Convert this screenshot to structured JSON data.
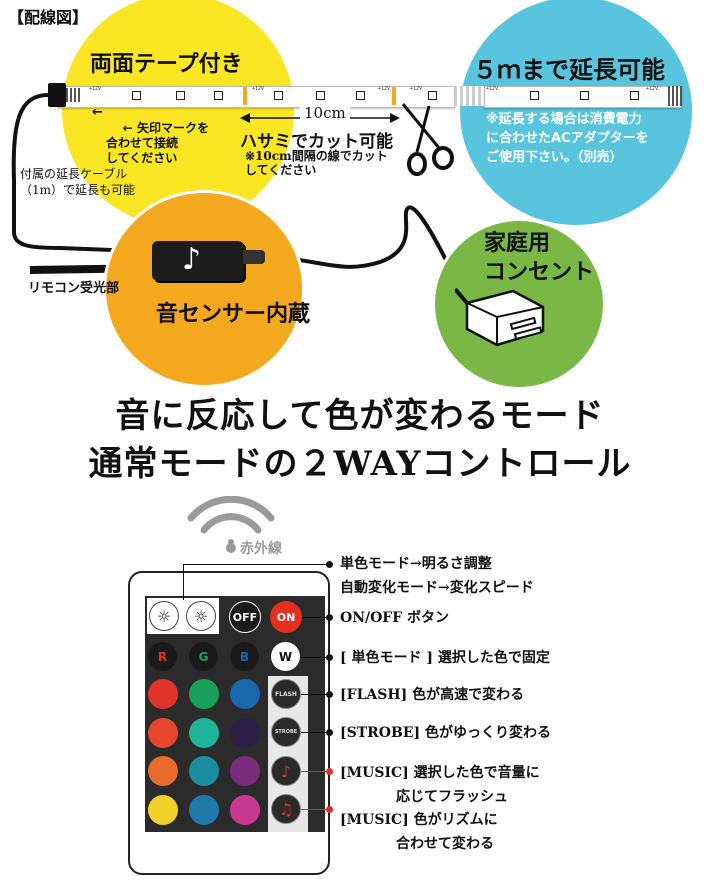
{
  "diagram": {
    "heading": "【配線図】",
    "double_tape": "両面テープ付き",
    "arrow_note": "← 矢印マークを\n合わせて接続\nしてください",
    "extend_title": "５ｍまで延長可能",
    "extend_note": "※延長する場合は消費電力\nに合わせたACアダプターを\nご使用下さい。（別売）",
    "cable_note": "付属の延長ケーブル\n（1m）で延長も可能",
    "cut_length": "10cm",
    "cut_title": "ハサミでカット可能",
    "cut_note": "※10cm間隔の線でカット\nしてください",
    "outlet": "家庭用\nコンセント",
    "sensor": "音センサー内蔵",
    "remote_receiver": "リモコン受光部",
    "strip_label": "+12V",
    "colors": {
      "yellow": "#fbe624",
      "blue": "#58c4dd",
      "orange": "#f4a81d",
      "green": "#7ab845"
    }
  },
  "headline": {
    "line1": "音に反応して色が変わるモード",
    "line2": "通常モードの２WAYコントロール"
  },
  "remote": {
    "infrared": "赤外線",
    "off": "OFF",
    "on": "ON",
    "r": "R",
    "g": "G",
    "b": "B",
    "w": "W",
    "flash": "FLASH",
    "strobe": "STROBE",
    "grid_colors": [
      [
        "#e0342b",
        "#19a15a",
        "#1b67ae"
      ],
      [
        "#e8452d",
        "#1fb39c",
        "#2b1f45"
      ],
      [
        "#ea6a2c",
        "#1a8fa0",
        "#7b2c7a"
      ],
      [
        "#f2d12b",
        "#1f78aa",
        "#c8398f"
      ]
    ]
  },
  "descriptions": {
    "brightness": "単色モード→明るさ調整\n自動変化モード→変化スピード",
    "onoff": "ON/OFF ボタン",
    "single": "[ 単色モード ] 選択した色で固定",
    "flash": "[FLASH] 色が高速で変わる",
    "strobe": "[STROBE] 色がゆっくり変わる",
    "music1": "[MUSIC] 選択した色で音量に\n　　　　応じてフラッシュ",
    "music2": "[MUSIC] 色がリズムに\n　　　　合わせて変わる"
  }
}
